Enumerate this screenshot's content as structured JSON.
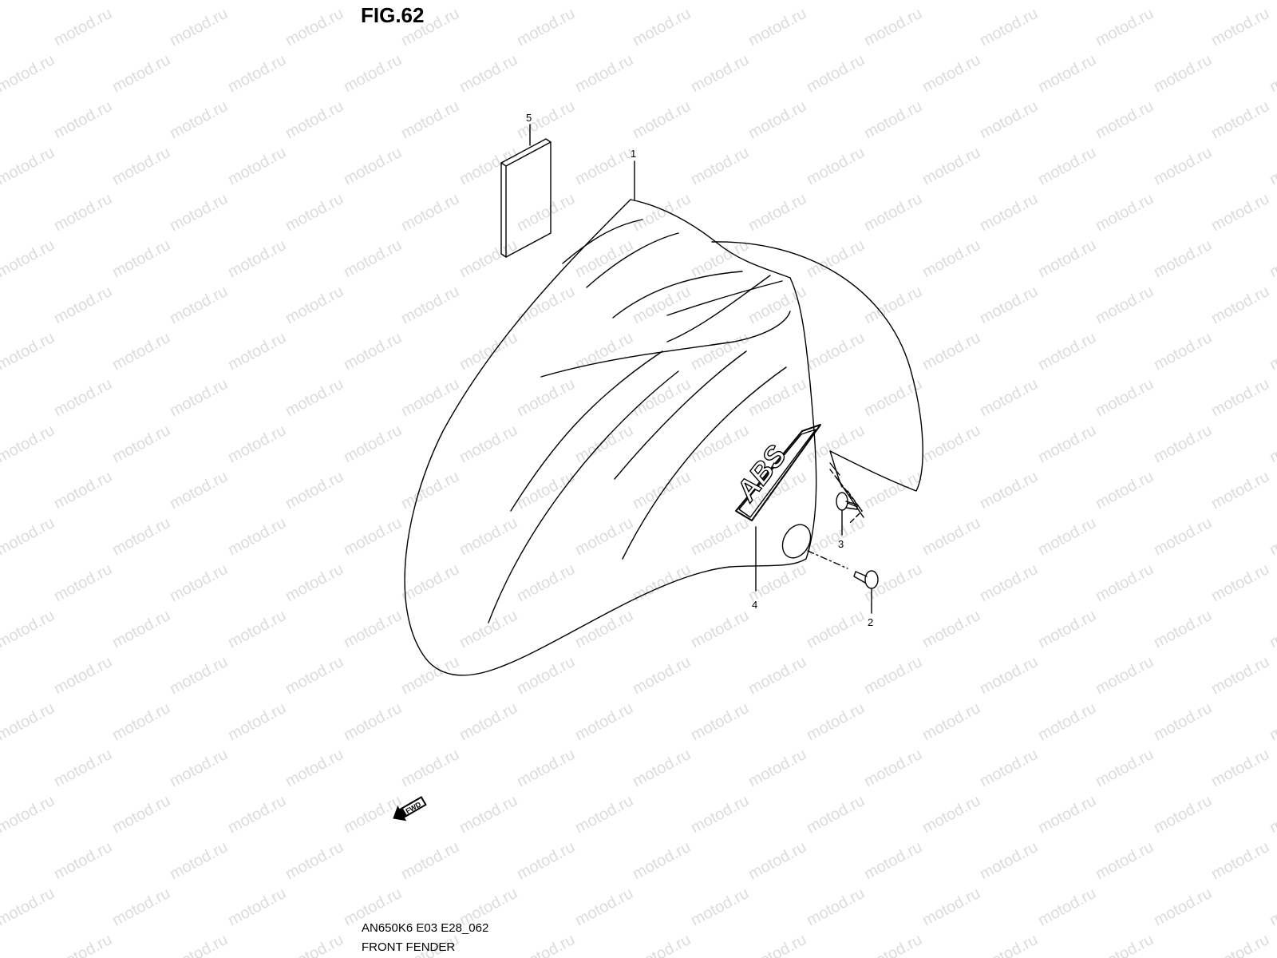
{
  "figure": {
    "title": "FIG.62",
    "code": "AN650K6 E03 E28_062",
    "name": "FRONT FENDER"
  },
  "callouts": [
    {
      "id": "callout-1",
      "label": "1"
    },
    {
      "id": "callout-2",
      "label": "2"
    },
    {
      "id": "callout-3",
      "label": "3"
    },
    {
      "id": "callout-4",
      "label": "4"
    },
    {
      "id": "callout-5",
      "label": "5"
    }
  ],
  "emblem_text": "ABS",
  "direction_arrow": {
    "label": "FWD"
  },
  "watermark": "motod.ru"
}
